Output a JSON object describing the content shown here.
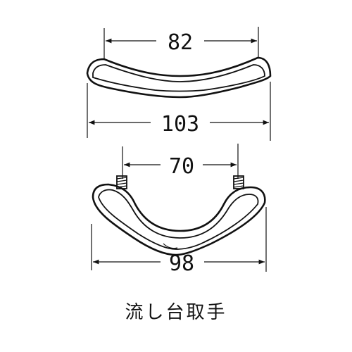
{
  "dimensions": {
    "top_handle_inner": "82",
    "top_handle_outer": "103",
    "bottom_handle_screw_spacing": "70",
    "bottom_handle_outer": "98"
  },
  "caption": "流し台取手"
}
